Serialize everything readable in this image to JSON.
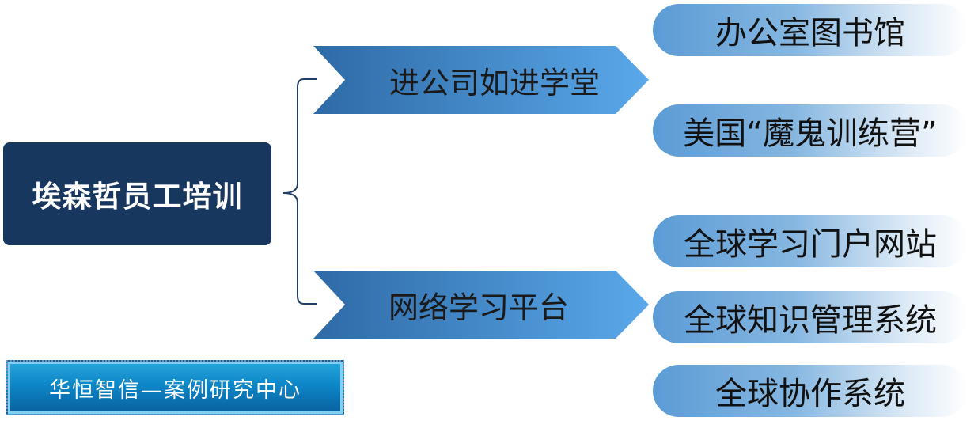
{
  "root": {
    "label": "埃森哲员工培训"
  },
  "branches": [
    {
      "label": "进公司如进学堂",
      "children": [
        "办公室图书馆",
        "美国“魔鬼训练营”"
      ]
    },
    {
      "label": "网络学习平台",
      "children": [
        "全球学习门户网站",
        "全球知识管理系统",
        "全球协作系统"
      ]
    }
  ],
  "footer_badge": "华恒智信—案例研究中心",
  "colors": {
    "root_bg": "#17375e",
    "arrow_start": "#2e6aa6",
    "arrow_end": "#5aa8ea",
    "pill_start": "#5b9bd5",
    "badge_bg": "#0c86c7"
  }
}
